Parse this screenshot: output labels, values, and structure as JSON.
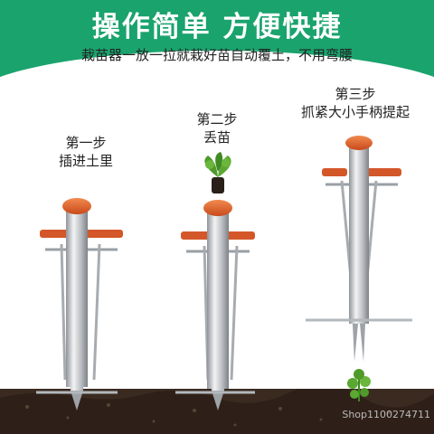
{
  "banner": {
    "headline": "操作简单 方便快捷",
    "subline": "栽苗器一放一拉就栽好苗自动覆土，不用弯腰",
    "color": "#1aa36d"
  },
  "steps": [
    {
      "title": "第一步",
      "desc": "插进土里"
    },
    {
      "title": "第二步",
      "desc": "丢苗"
    },
    {
      "title": "第三步",
      "desc": "抓紧大小手柄提起"
    }
  ],
  "watermark": "Shop1100274711",
  "colors": {
    "handle_orange": "#e4622b",
    "steel": "#c9ccd0",
    "soil": "#3a2a20",
    "plant": "#4f9a2a"
  }
}
